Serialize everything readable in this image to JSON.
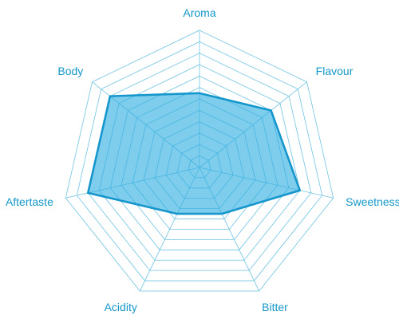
{
  "chart_data": {
    "type": "radar",
    "categories": [
      "Aroma",
      "Flavour",
      "Sweetness",
      "Bitter",
      "Acidity",
      "Aftertaste",
      "Body"
    ],
    "series": [
      {
        "values": [
          6.5,
          8.0,
          9.0,
          4.5,
          4.5,
          10.0,
          10.0
        ]
      }
    ],
    "rmin": 0,
    "rmax": 12,
    "grid_levels": 12,
    "grid": true,
    "colors": {
      "fill": "#2eaee0",
      "stroke": "#1596cc",
      "grid": "#6fc3e3",
      "label": "#1598c8"
    }
  }
}
